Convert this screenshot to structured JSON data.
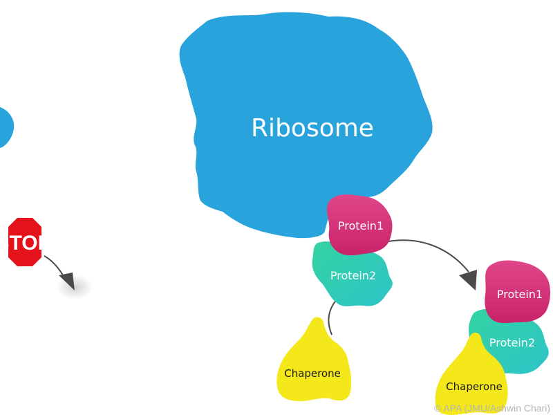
{
  "labels": {
    "ribosome": "Ribosome",
    "protein1": "Protein1",
    "protein2": "Protein2",
    "chaperone": "Chaperone",
    "stop": "STOP"
  },
  "credit": "© APA (JMU/Ashwin Chari)",
  "colors": {
    "ribosome": "#29a3dc",
    "protein1": "#d9337a",
    "protein2": "#33c9a8",
    "chaperone": "#f4e81a",
    "stop_sign": "#e3121b",
    "arrow": "#4a4a4a"
  }
}
